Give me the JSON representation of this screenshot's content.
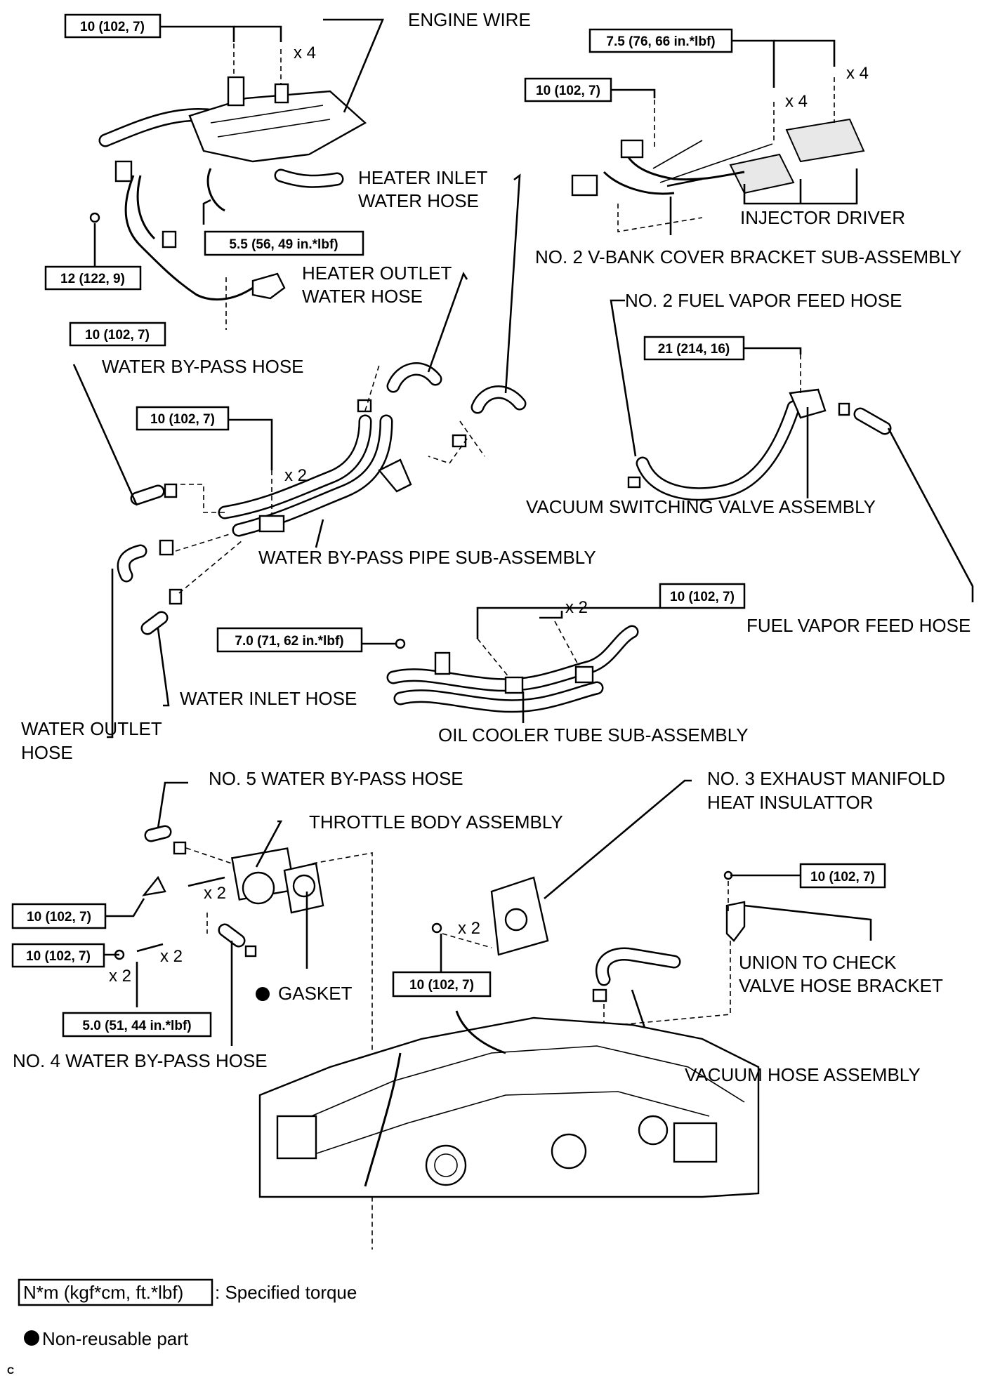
{
  "labels": {
    "engine_wire": "ENGINE WIRE",
    "heater_inlet_1": "HEATER INLET",
    "heater_inlet_2": "WATER HOSE",
    "heater_outlet_1": "HEATER OUTLET",
    "heater_outlet_2": "WATER HOSE",
    "water_bypass_hose": "WATER BY-PASS HOSE",
    "water_bypass_pipe": "WATER BY-PASS PIPE SUB-ASSEMBLY",
    "water_inlet_hose": "WATER INLET HOSE",
    "water_outlet_1": "WATER OUTLET",
    "water_outlet_2": "HOSE",
    "injector_driver": "INJECTOR DRIVER",
    "vbank_bracket": "NO. 2 V-BANK COVER BRACKET SUB-ASSEMBLY",
    "no2_fuel_vapor": "NO. 2 FUEL VAPOR FEED HOSE",
    "vsv": "VACUUM SWITCHING VALVE ASSEMBLY",
    "fuel_vapor": "FUEL VAPOR FEED HOSE",
    "oil_cooler": "OIL COOLER TUBE SUB-ASSEMBLY",
    "no5_bypass": "NO. 5 WATER BY-PASS HOSE",
    "throttle_body": "THROTTLE BODY ASSEMBLY",
    "gasket": "GASKET",
    "no4_bypass": "NO. 4 WATER BY-PASS HOSE",
    "no3_exhaust_1": "NO. 3 EXHAUST MANIFOLD",
    "no3_exhaust_2": "HEAT INSULATTOR",
    "union_1": "UNION TO CHECK",
    "union_2": "VALVE HOSE BRACKET",
    "vacuum_hose": "VACUUM HOSE ASSEMBLY"
  },
  "torques": {
    "t_engine_wire": "10 (102, 7)",
    "t_bracket_nut": "5.5 (56, 49 in.*lbf)",
    "t_wire_left": "12 (122, 9)",
    "t_heater_outlet": "10 (102, 7)",
    "t_injector_nut": "7.5 (76, 66 in.*lbf)",
    "t_vbank_bolt": "10 (102, 7)",
    "t_pipe_bolt": "10 (102, 7)",
    "t_vsv": "21 (214, 16)",
    "t_oil_cooler_bolt": "10 (102, 7)",
    "t_oil_cooler_nut": "7.0 (71, 62 in.*lbf)",
    "t_throttle_bolt": "10 (102, 7)",
    "t_throttle_nut": "10 (102, 7)",
    "t_stud": "5.0 (51, 44 in.*lbf)",
    "t_insulator": "10 (102, 7)",
    "t_union_bracket": "10 (102, 7)"
  },
  "multipliers": {
    "m_engine_x4": "x 4",
    "m_inj_x4_a": "x 4",
    "m_inj_x4_b": "x 4",
    "m_pipe_x2": "x 2",
    "m_oil_x2": "x 2",
    "m_throttle_x2": "x 2",
    "m_nut_x2": "x 2",
    "m_stud_x2": "x 2",
    "m_insul_x2": "x 2"
  },
  "legend": {
    "torque_box": "N*m (kgf*cm, ft.*lbf)",
    "torque_text": ": Specified torque",
    "nonreuse_text": "Non-reusable part",
    "corner_mark": "C"
  }
}
